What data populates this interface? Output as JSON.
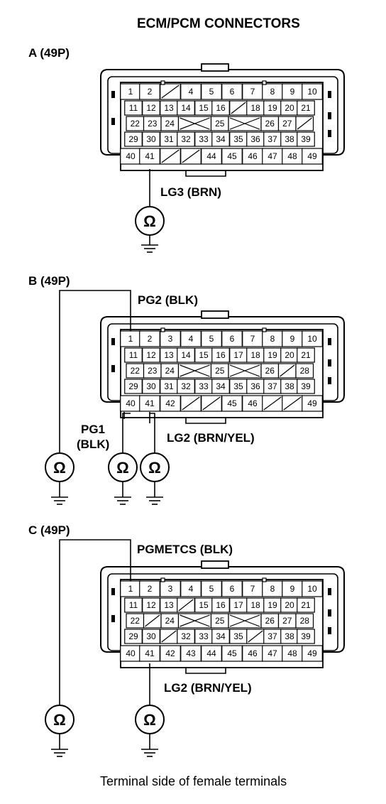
{
  "title": "ECM/PCM CONNECTORS",
  "footer": "Terminal side of female terminals",
  "meter_symbol": "Ω",
  "connectors": [
    {
      "id": "A",
      "label": "A (49P)",
      "rows": [
        [
          "1",
          "2",
          "/",
          "4",
          "5",
          "6",
          "7",
          "8",
          "9",
          "10"
        ],
        [
          "11",
          "12",
          "13",
          "14",
          "15",
          "16",
          "/",
          "18",
          "19",
          "20",
          "21"
        ],
        [
          "22",
          "23",
          "24",
          "X",
          "25",
          "X",
          "26",
          "27",
          "/"
        ],
        [
          "29",
          "30",
          "31",
          "32",
          "33",
          "34",
          "35",
          "36",
          "37",
          "38",
          "39"
        ],
        [
          "40",
          "41",
          "/",
          "/",
          "44",
          "45",
          "46",
          "47",
          "48",
          "49"
        ]
      ],
      "wires": [
        {
          "label": "LG3 (BRN)"
        }
      ]
    },
    {
      "id": "B",
      "label": "B (49P)",
      "rows": [
        [
          "1",
          "2",
          "3",
          "4",
          "5",
          "6",
          "7",
          "8",
          "9",
          "10"
        ],
        [
          "11",
          "12",
          "13",
          "14",
          "15",
          "16",
          "17",
          "18",
          "19",
          "20",
          "21"
        ],
        [
          "22",
          "23",
          "24",
          "X",
          "25",
          "X",
          "26",
          "/",
          "28"
        ],
        [
          "29",
          "30",
          "31",
          "32",
          "33",
          "34",
          "35",
          "36",
          "37",
          "38",
          "39"
        ],
        [
          "40",
          "41",
          "42",
          "/",
          "/",
          "45",
          "46",
          "/",
          "/",
          "49"
        ]
      ],
      "wires": [
        {
          "label": "PG2 (BLK)"
        },
        {
          "label": "PG1"
        },
        {
          "label": "(BLK)"
        },
        {
          "label": "LG2 (BRN/YEL)"
        }
      ]
    },
    {
      "id": "C",
      "label": "C (49P)",
      "rows": [
        [
          "1",
          "2",
          "3",
          "4",
          "5",
          "6",
          "7",
          "8",
          "9",
          "10"
        ],
        [
          "11",
          "12",
          "13",
          "/",
          "15",
          "16",
          "17",
          "18",
          "19",
          "20",
          "21"
        ],
        [
          "22",
          "/",
          "24",
          "X",
          "25",
          "X",
          "26",
          "27",
          "28"
        ],
        [
          "29",
          "30",
          "/",
          "32",
          "33",
          "34",
          "35",
          "/",
          "37",
          "38",
          "39"
        ],
        [
          "40",
          "41",
          "42",
          "43",
          "44",
          "45",
          "46",
          "47",
          "48",
          "49"
        ]
      ],
      "wires": [
        {
          "label": "PGMETCS (BLK)"
        },
        {
          "label": "LG2 (BRN/YEL)"
        }
      ]
    }
  ]
}
